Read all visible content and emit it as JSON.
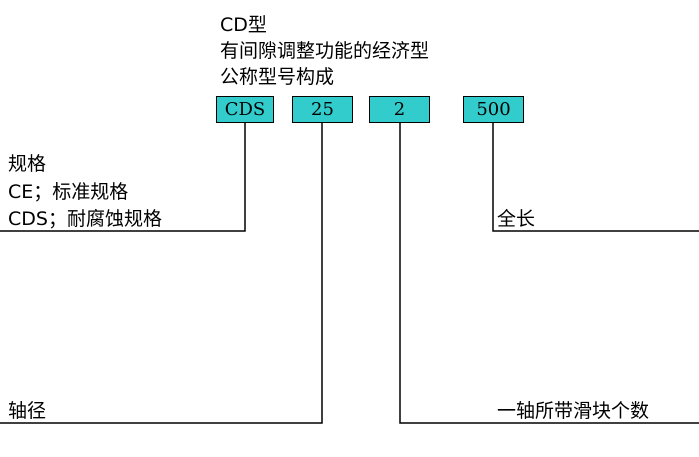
{
  "header": {
    "line1": "CD型",
    "line2": "有间隙调整功能的经济型",
    "line3": "公称型号构成"
  },
  "boxes": {
    "spec_code": "CDS",
    "shaft_size": "25",
    "slider_count": "2",
    "total_length": "500"
  },
  "labels": {
    "spec_title": "规格",
    "spec_ce": "CE；标准规格",
    "spec_cds": "CDS；耐腐蚀规格",
    "total_length": "全长",
    "shaft_diameter": "轴径",
    "sliders_per_shaft": "一轴所带滑块个数"
  },
  "colors": {
    "box_fill": "#33cccc",
    "line": "#000000"
  }
}
